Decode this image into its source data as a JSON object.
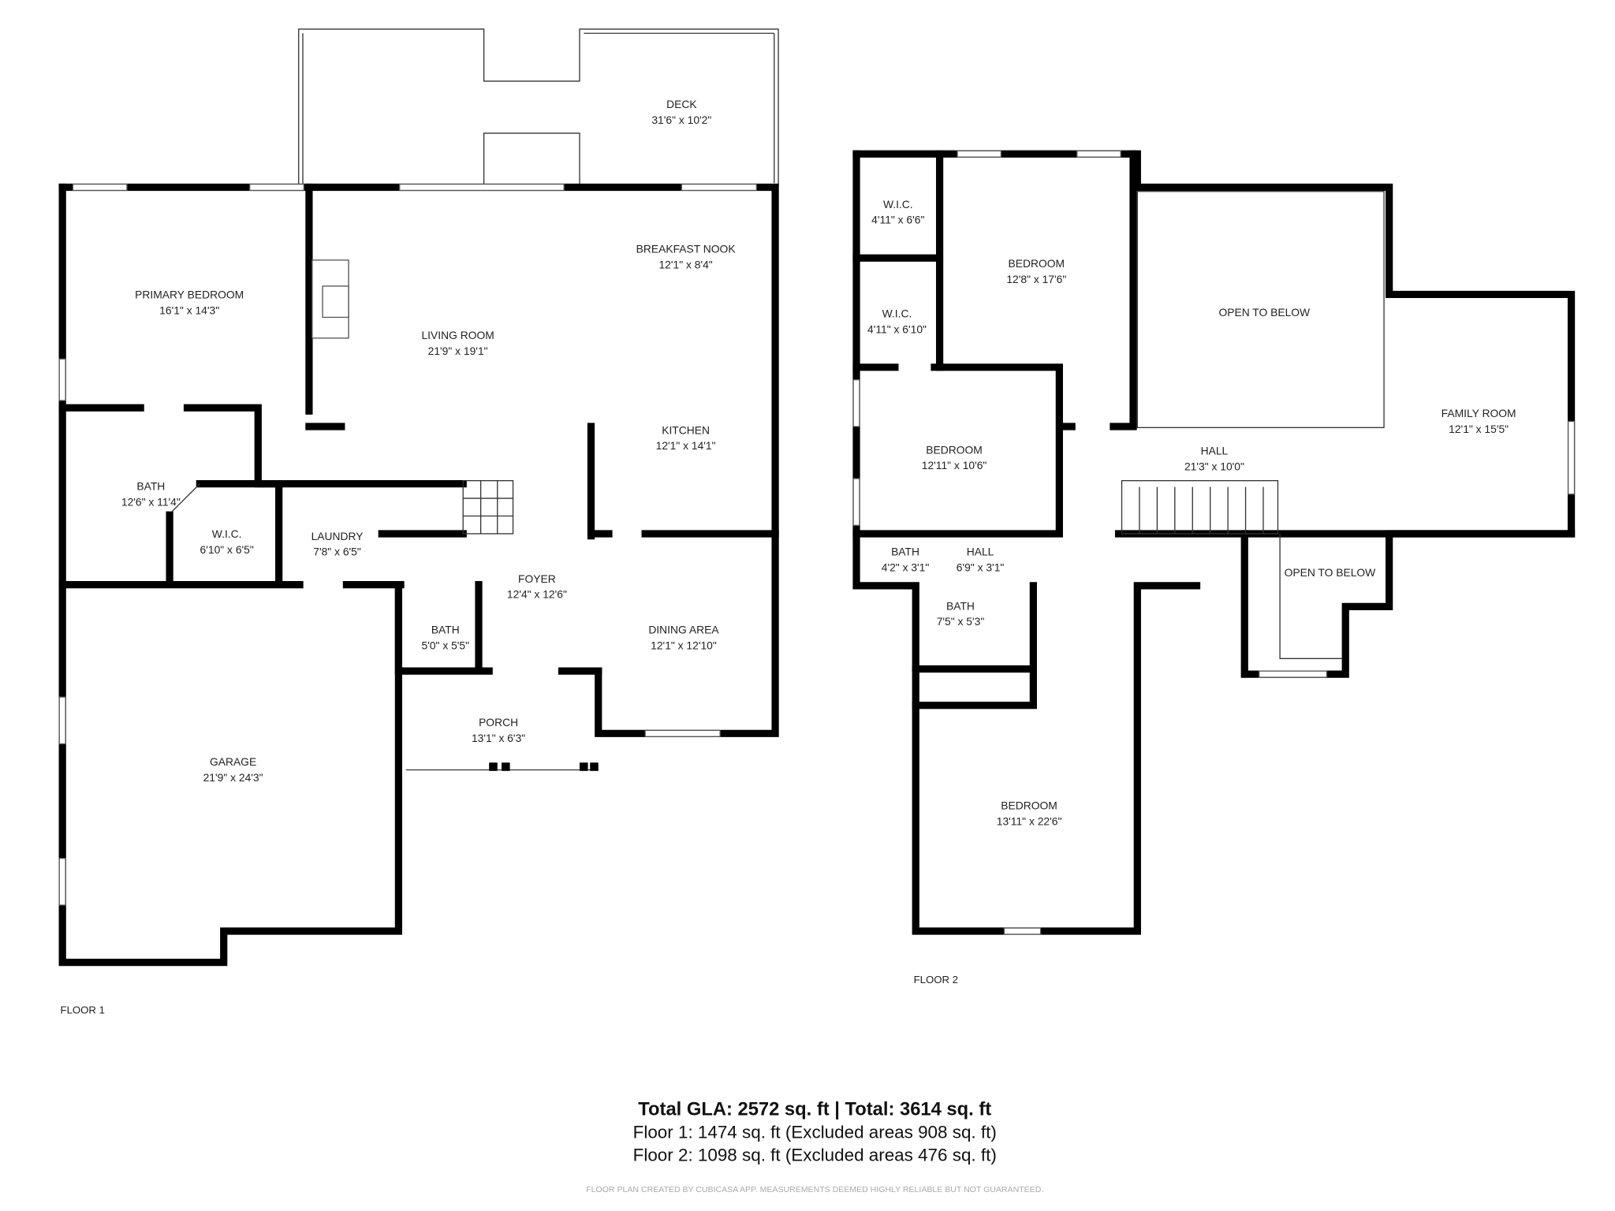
{
  "floor1": {
    "label": "FLOOR 1",
    "rooms": [
      {
        "name": "DECK",
        "size": "31'6\" x 10'2\""
      },
      {
        "name": "PRIMARY BEDROOM",
        "size": "16'1\" x 14'3\""
      },
      {
        "name": "LIVING ROOM",
        "size": "21'9\" x 19'1\""
      },
      {
        "name": "BREAKFAST NOOK",
        "size": "12'1\" x 8'4\""
      },
      {
        "name": "KITCHEN",
        "size": "12'1\" x 14'1\""
      },
      {
        "name": "BATH",
        "size": "12'6\" x 11'4\""
      },
      {
        "name": "W.I.C.",
        "size": "6'10\" x 6'5\""
      },
      {
        "name": "LAUNDRY",
        "size": "7'8\" x 6'5\""
      },
      {
        "name": "FOYER",
        "size": "12'4\" x 12'6\""
      },
      {
        "name": "BATH",
        "size": "5'0\" x 5'5\""
      },
      {
        "name": "DINING AREA",
        "size": "12'1\" x 12'10\""
      },
      {
        "name": "PORCH",
        "size": "13'1\" x 6'3\""
      },
      {
        "name": "GARAGE",
        "size": "21'9\" x 24'3\""
      }
    ]
  },
  "floor2": {
    "label": "FLOOR 2",
    "rooms": [
      {
        "name": "W.I.C.",
        "size": "4'11\" x 6'6\""
      },
      {
        "name": "BEDROOM",
        "size": "12'8\" x 17'6\""
      },
      {
        "name": "OPEN TO BELOW"
      },
      {
        "name": "W.I.C.",
        "size": "4'11\" x 6'10\""
      },
      {
        "name": "FAMILY ROOM",
        "size": "12'1\" x 15'5\""
      },
      {
        "name": "BEDROOM",
        "size": "12'11\" x 10'6\""
      },
      {
        "name": "HALL",
        "size": "21'3\" x 10'0\""
      },
      {
        "name": "BATH",
        "size": "4'2\" x 3'1\""
      },
      {
        "name": "HALL",
        "size": "6'9\" x 3'1\""
      },
      {
        "name": "OPEN TO BELOW"
      },
      {
        "name": "BATH",
        "size": "7'5\" x 5'3\""
      },
      {
        "name": "BEDROOM",
        "size": "13'11\" x 22'6\""
      }
    ]
  },
  "summary": {
    "total": "Total GLA: 2572 sq. ft | Total: 3614 sq. ft",
    "floor1": "Floor 1: 1474 sq. ft (Excluded areas 908 sq. ft)",
    "floor2": "Floor 2: 1098 sq. ft (Excluded areas 476 sq. ft)",
    "disclaimer": "FLOOR PLAN CREATED BY CUBICASA APP. MEASUREMENTS DEEMED HIGHLY RELIABLE BUT NOT GUARANTEED."
  }
}
